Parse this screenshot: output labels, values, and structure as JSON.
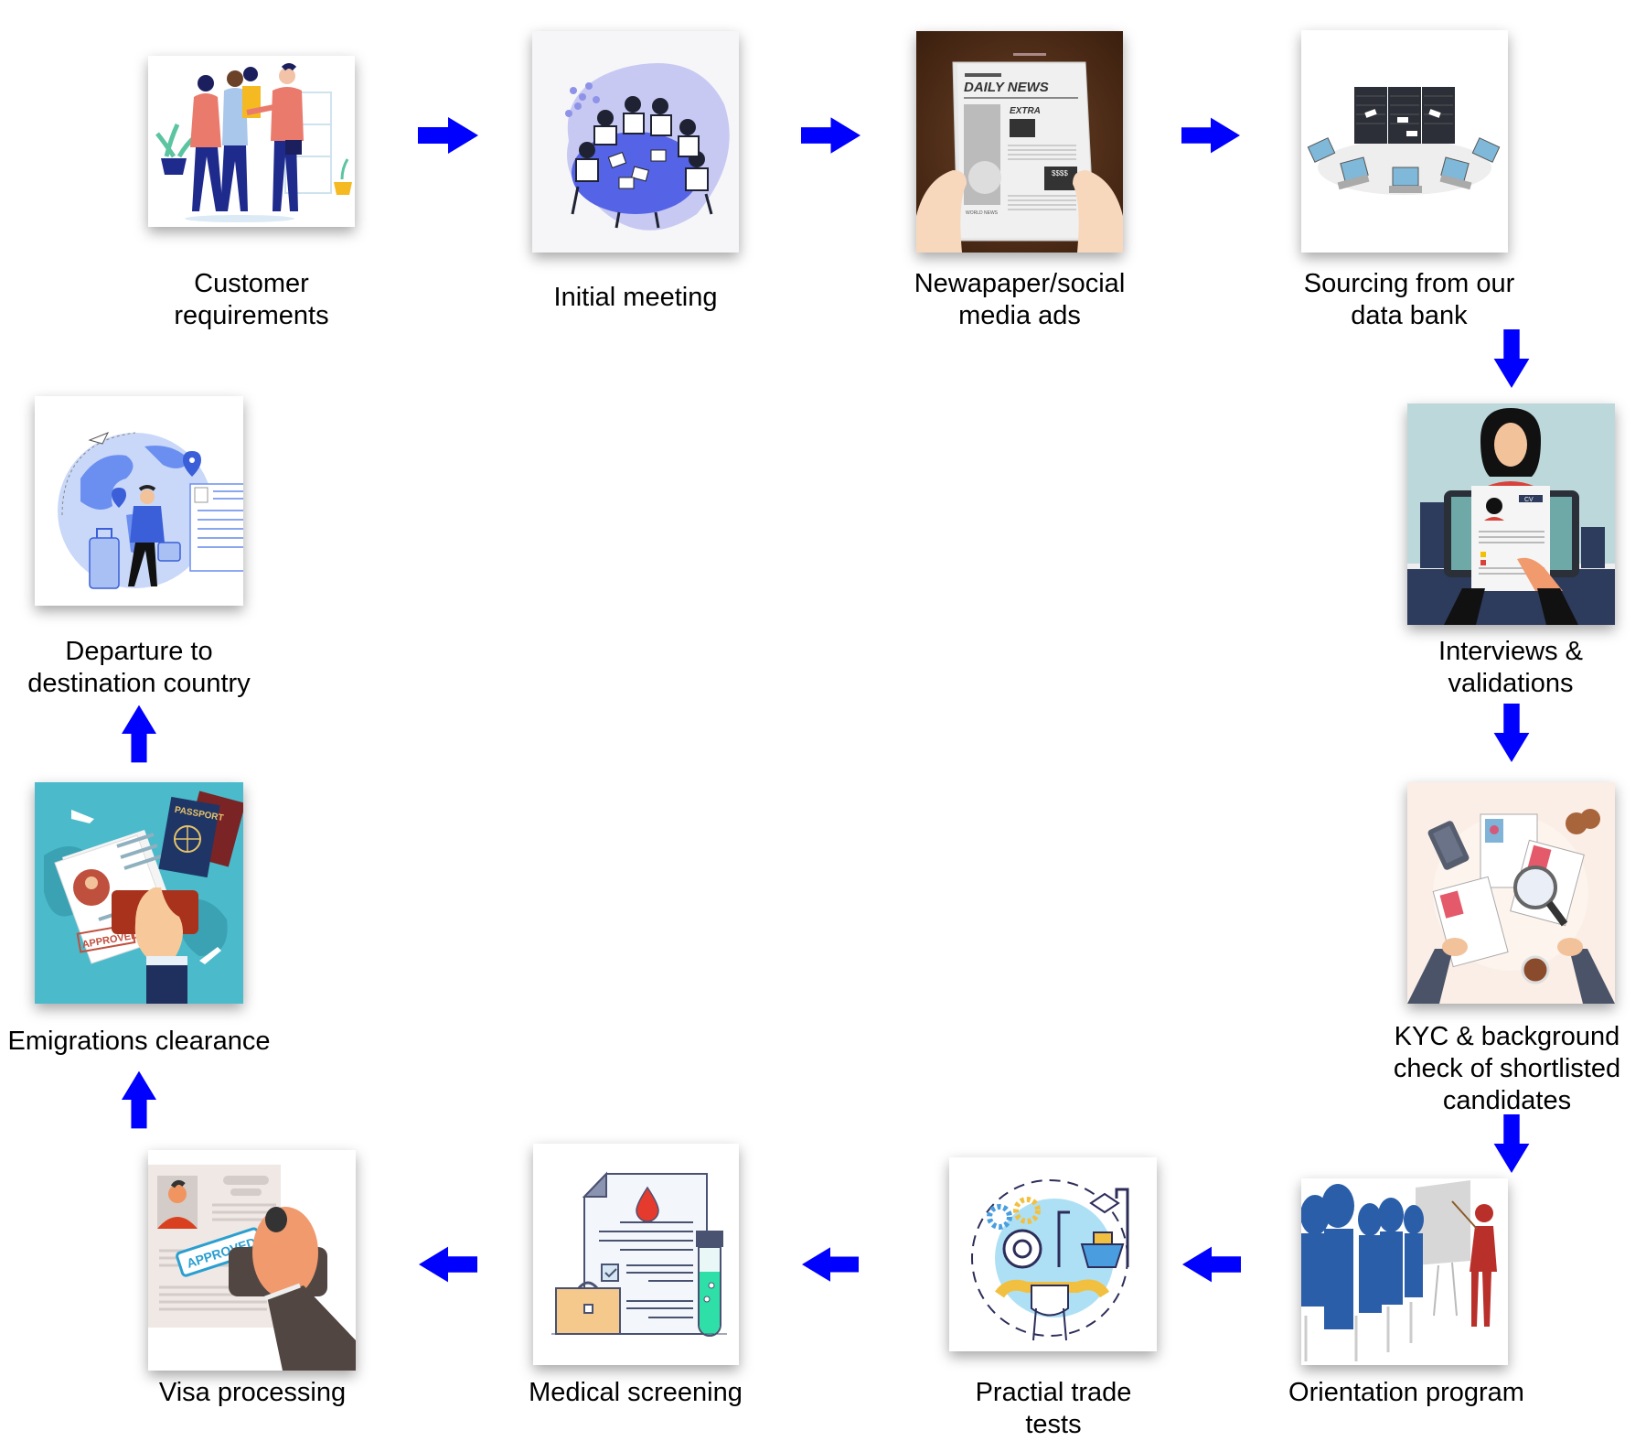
{
  "diagram": {
    "type": "process-cycle",
    "arrow_color": "#0000FF",
    "steps": [
      {
        "id": 1,
        "label_lines": [
          "Customer",
          "requirements"
        ],
        "image": "business-handshake-illustration"
      },
      {
        "id": 2,
        "label_lines": [
          "Initial meeting"
        ],
        "image": "round-table-meeting-illustration"
      },
      {
        "id": 3,
        "label_lines": [
          "Newapaper/social",
          "media ads"
        ],
        "image": "daily-news-newspaper-illustration",
        "newspaper_text": {
          "masthead": "DAILY NEWS",
          "extra": "EXTRA",
          "money": "$$$$",
          "section": "WORLD NEWS"
        }
      },
      {
        "id": 4,
        "label_lines": [
          "Sourcing from our",
          "data bank"
        ],
        "image": "servers-and-laptops-illustration"
      },
      {
        "id": 5,
        "label_lines": [
          "Interviews &",
          "validations"
        ],
        "image": "cv-review-interview-illustration",
        "cv_tag": "CV"
      },
      {
        "id": 6,
        "label_lines": [
          "KYC & background",
          "check of shortlisted",
          "candidates"
        ],
        "image": "resume-magnifier-check-illustration"
      },
      {
        "id": 7,
        "label_lines": [
          "Orientation program"
        ],
        "image": "classroom-presentation-illustration"
      },
      {
        "id": 8,
        "label_lines": [
          "Practial trade",
          "tests"
        ],
        "image": "gears-wrench-trade-illustration"
      },
      {
        "id": 9,
        "label_lines": [
          "Medical screening"
        ],
        "image": "medical-report-test-tube-illustration"
      },
      {
        "id": 10,
        "label_lines": [
          "Visa processing"
        ],
        "image": "approved-stamp-illustration",
        "stamp_text": "APPROVED"
      },
      {
        "id": 11,
        "label_lines": [
          "Emigrations clearance"
        ],
        "image": "passport-approved-illustration",
        "passport_text": "PASSPORT",
        "stamp_text": "APPROVED"
      },
      {
        "id": 12,
        "label_lines": [
          "Departure to",
          "destination country"
        ],
        "image": "traveler-globe-illustration"
      }
    ],
    "connections": [
      {
        "from": 1,
        "to": 2,
        "direction": "right"
      },
      {
        "from": 2,
        "to": 3,
        "direction": "right"
      },
      {
        "from": 3,
        "to": 4,
        "direction": "right"
      },
      {
        "from": 4,
        "to": 5,
        "direction": "down"
      },
      {
        "from": 5,
        "to": 6,
        "direction": "down"
      },
      {
        "from": 6,
        "to": 7,
        "direction": "down"
      },
      {
        "from": 7,
        "to": 8,
        "direction": "left"
      },
      {
        "from": 8,
        "to": 9,
        "direction": "left"
      },
      {
        "from": 9,
        "to": 10,
        "direction": "left"
      },
      {
        "from": 10,
        "to": 11,
        "direction": "up"
      },
      {
        "from": 11,
        "to": 12,
        "direction": "up"
      }
    ]
  }
}
